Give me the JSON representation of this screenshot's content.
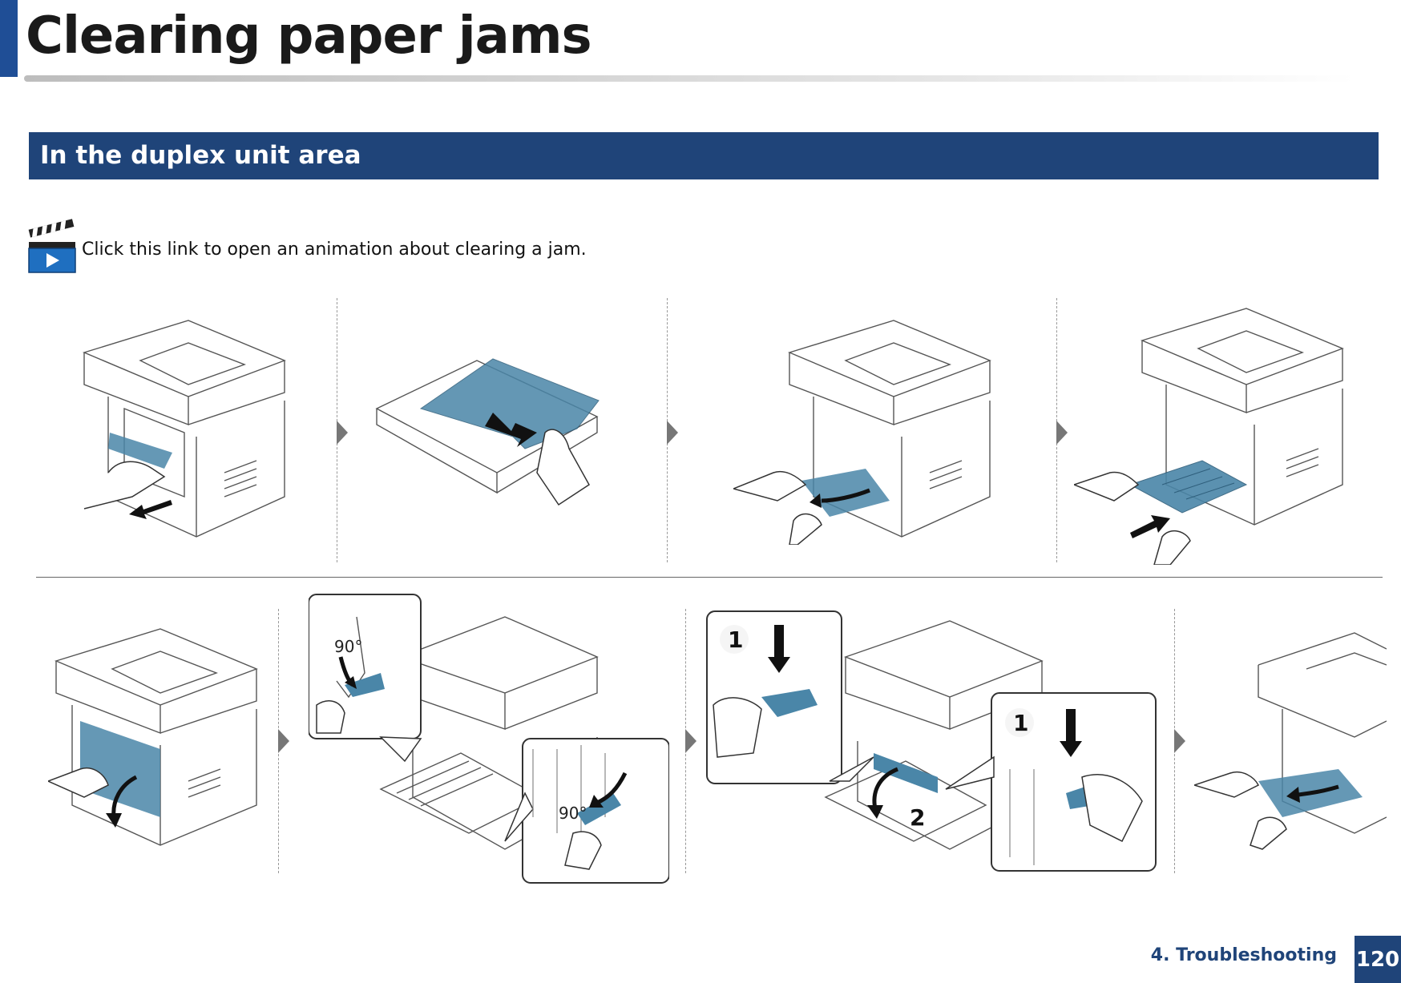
{
  "header": {
    "title": "Clearing paper jams"
  },
  "section": {
    "title": "In the duplex unit area"
  },
  "animation_link": {
    "text": "Click this link to open an animation about clearing a jam.",
    "icon": "video-clapper-icon"
  },
  "callouts": {
    "angle_1": "90°",
    "angle_2": "90°",
    "step_1a": "1",
    "step_1b": "1",
    "step_2": "2"
  },
  "footer": {
    "chapter": "4. Troubleshooting",
    "page_number": "120"
  },
  "colors": {
    "brand_blue": "#1f4479",
    "paper_blue": "#4a86a8"
  }
}
